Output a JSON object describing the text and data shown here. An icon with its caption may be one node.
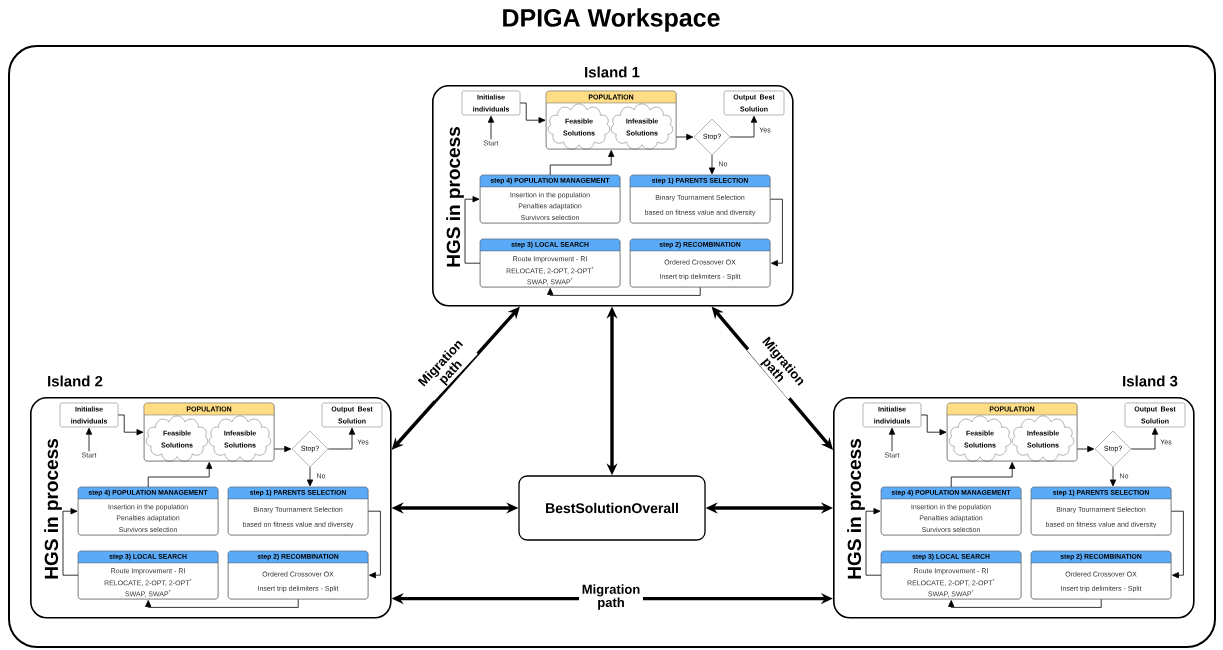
{
  "diagram": {
    "nodes": [
      {
        "text": [
          "DPIGA Workspace"
        ]
      },
      {
        "text": [
          "Island 1",
          "HGS in process"
        ],
        "in": 0
      },
      {
        "text": [
          "Initialise individuals"
        ],
        "in": 1
      },
      {
        "text": [
          "POPULATION"
        ],
        "in": 1
      },
      {
        "text": [
          "Feasible Solutions"
        ],
        "in": 3
      },
      {
        "text": [
          "Infeasible Solutions"
        ],
        "in": 3
      },
      {
        "text": [
          "Output Best Solution"
        ],
        "in": 1
      },
      {
        "text": [
          "Start"
        ],
        "in": 1
      },
      {
        "text": [
          "Stop?"
        ],
        "in": 1
      },
      {
        "text": [
          "step 4) POPULATION MANAGEMENT",
          "Insertion in the population",
          "Penalties adaptation",
          "Survivors selection"
        ],
        "in": 1
      },
      {
        "text": [
          "step 1) PARENTS SELECTION",
          "Binary Tournament Selection",
          "based on fitness value and diversity"
        ],
        "in": 1
      },
      {
        "text": [
          "step 3) LOCAL SEARCH",
          "Route Improvement - RI",
          "RELOCATE, 2-OPT, 2-OPT$^{*}$",
          "SWAP, SWAP$^{*}$"
        ],
        "in": 1
      },
      {
        "text": [
          "step 2) RECOMBINATION",
          "Ordered Crossover OX",
          "Insert trip delimiters - Split"
        ],
        "in": 1
      },
      {
        "text": [
          "Island 2",
          "HGS in process"
        ],
        "in": 0
      },
      {
        "text": [
          "Initialise individuals"
        ],
        "in": 13
      },
      {
        "text": [
          "POPULATION"
        ],
        "in": 13
      },
      {
        "text": [
          "Feasible Solutions"
        ],
        "in": 15
      },
      {
        "text": [
          "Infeasible Solutions"
        ],
        "in": 15
      },
      {
        "text": [
          "Output Best Solution"
        ],
        "in": 13
      },
      {
        "text": [
          "Start"
        ],
        "in": 13
      },
      {
        "text": [
          "Stop?"
        ],
        "in": 13
      },
      {
        "text": [
          "step 4) POPULATION MANAGEMENT",
          "Insertion in the population",
          "Penalties adaptation",
          "Survivors selection"
        ],
        "in": 13
      },
      {
        "text": [
          "step 1) PARENTS SELECTION",
          "Binary Tournament Selection",
          "based on fitness value and diversity"
        ],
        "in": 13
      },
      {
        "text": [
          "step 3) LOCAL SEARCH",
          "Route Improvement - RI",
          "RELOCATE, 2-OPT, 2-OPT$^{*}$",
          "SWAP, SWAP$^{*}$"
        ],
        "in": 13
      },
      {
        "text": [
          "step 2) RECOMBINATION",
          "Ordered Crossover OX",
          "Insert trip delimiters - Split"
        ],
        "in": 13
      },
      {
        "text": [
          "Island 3",
          "HGS in process"
        ],
        "in": 0
      },
      {
        "text": [
          "Initialise individuals"
        ],
        "in": 25
      },
      {
        "text": [
          "POPULATION"
        ],
        "in": 25
      },
      {
        "text": [
          "Feasible Solutions"
        ],
        "in": 27
      },
      {
        "text": [
          "Infeasible Solutions"
        ],
        "in": 27
      },
      {
        "text": [
          "Output Best Solution"
        ],
        "in": 25
      },
      {
        "text": [
          "Start"
        ],
        "in": 25
      },
      {
        "text": [
          "Stop?"
        ],
        "in": 25
      },
      {
        "text": [
          "step 4) POPULATION MANAGEMENT",
          "Insertion in the population",
          "Penalties adaptation",
          "Survivors selection"
        ],
        "in": 25
      },
      {
        "text": [
          "step 1) PARENTS SELECTION",
          "Binary Tournament Selection",
          "based on fitness value and diversity"
        ],
        "in": 25
      },
      {
        "text": [
          "step 3) LOCAL SEARCH",
          "Route Improvement - RI",
          "RELOCATE, 2-OPT, 2-OPT$^{*}$",
          "SWAP, SWAP$^{*}$"
        ],
        "in": 25
      },
      {
        "text": [
          "step 2) RECOMBINATION",
          "Ordered Crossover OX",
          "Insert trip delimiters - Split"
        ],
        "in": 25
      },
      {
        "text": [
          "BestSolutionOverall"
        ],
        "in": 0
      }
    ],
    "edges": [
      {
        "from": 7,
        "to": 2,
        "arrow": "to"
      },
      {
        "from": 2,
        "to": 3,
        "arrow": "to"
      },
      {
        "from": 3,
        "to": 8,
        "arrow": "to"
      },
      {
        "from": 8,
        "to": 6,
        "arrow": "to",
        "label": "Yes"
      },
      {
        "from": 8,
        "to": 10,
        "arrow": "to",
        "label": "No"
      },
      {
        "from": 10,
        "to": 12,
        "arrow": "to"
      },
      {
        "from": 12,
        "to": 11,
        "arrow": "to"
      },
      {
        "from": 11,
        "to": 9,
        "arrow": "to"
      },
      {
        "from": 9,
        "to": 3,
        "arrow": "to"
      },
      {
        "from": 19,
        "to": 14,
        "arrow": "to"
      },
      {
        "from": 14,
        "to": 15,
        "arrow": "to"
      },
      {
        "from": 15,
        "to": 20,
        "arrow": "to"
      },
      {
        "from": 20,
        "to": 18,
        "arrow": "to",
        "label": "Yes"
      },
      {
        "from": 20,
        "to": 22,
        "arrow": "to",
        "label": "No"
      },
      {
        "from": 22,
        "to": 24,
        "arrow": "to"
      },
      {
        "from": 24,
        "to": 23,
        "arrow": "to"
      },
      {
        "from": 23,
        "to": 21,
        "arrow": "to"
      },
      {
        "from": 21,
        "to": 15,
        "arrow": "to"
      },
      {
        "from": 31,
        "to": 26,
        "arrow": "to"
      },
      {
        "from": 26,
        "to": 27,
        "arrow": "to"
      },
      {
        "from": 27,
        "to": 32,
        "arrow": "to"
      },
      {
        "from": 32,
        "to": 30,
        "arrow": "to",
        "label": "Yes"
      },
      {
        "from": 32,
        "to": 34,
        "arrow": "to",
        "label": "No"
      },
      {
        "from": 34,
        "to": 36,
        "arrow": "to"
      },
      {
        "from": 36,
        "to": 35,
        "arrow": "to"
      },
      {
        "from": 35,
        "to": 33,
        "arrow": "to"
      },
      {
        "from": 33,
        "to": 27,
        "arrow": "to"
      },
      {
        "from": 1,
        "to": 13,
        "arrow": "both",
        "label": "Migration path",
        "style": "thick"
      },
      {
        "from": 1,
        "to": 25,
        "arrow": "both",
        "label": "Migration path",
        "style": "thick"
      },
      {
        "from": 13,
        "to": 25,
        "arrow": "both",
        "label": "Migration path",
        "style": "thick"
      },
      {
        "from": 1,
        "to": 37,
        "arrow": "both",
        "style": "thick"
      },
      {
        "from": 13,
        "to": 37,
        "arrow": "both",
        "style": "thick"
      },
      {
        "from": 25,
        "to": 37,
        "arrow": "both",
        "style": "thick"
      }
    ]
  }
}
